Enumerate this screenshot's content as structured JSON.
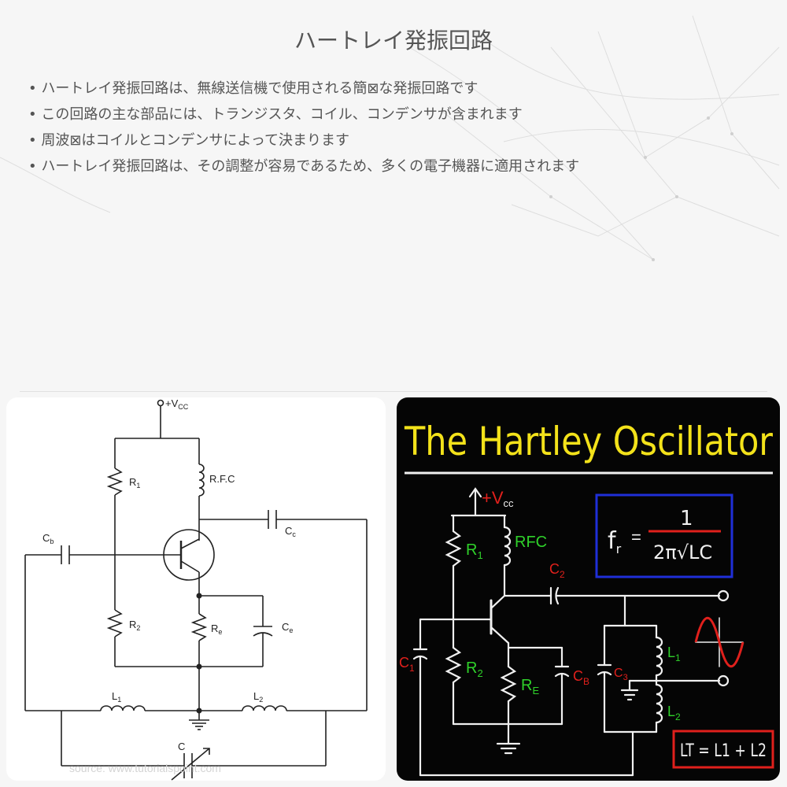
{
  "slide": {
    "title": "ハートレイ発振回路",
    "bullets": [
      "ハートレイ発振回路は、無線送信機で使用される簡⊠な発振回路です",
      "この回路の主な部品には、トランジスタ、コイル、コンデンサが含まれます",
      "周波⊠はコイルとコンデンサによって決まります",
      "ハートレイ発振回路は、その調整が容易であるため、多くの電子機器に適用されます"
    ]
  },
  "left_diagram": {
    "labels": {
      "vcc": "+V",
      "vcc_sub": "CC",
      "r1": "R",
      "r1_sub": "1",
      "rfc": "R.F.C",
      "cc": "C",
      "cc_sub": "c",
      "cb": "C",
      "cb_sub": "b",
      "r2": "R",
      "r2_sub": "2",
      "re": "R",
      "re_sub": "e",
      "ce": "C",
      "ce_sub": "e",
      "l1": "L",
      "l1_sub": "1",
      "l2": "L",
      "l2_sub": "2",
      "c": "C"
    },
    "source": "source: www.tutorialspoint.com"
  },
  "right_diagram": {
    "title": "The Hartley Oscillator",
    "labels": {
      "vcc": "+V",
      "vcc_sub": "cc",
      "r1": "R",
      "r1_sub": "1",
      "rfc": "RFC",
      "c2": "C",
      "c2_sub": "2",
      "c1": "C",
      "c1_sub": "1",
      "r2": "R",
      "r2_sub": "2",
      "re": "R",
      "re_sub": "E",
      "cb": "C",
      "cb_sub": "B",
      "c3": "C",
      "c3_sub": "3",
      "l1": "L",
      "l1_sub": "1",
      "l2": "L",
      "l2_sub": "2"
    },
    "formula": {
      "lhs": "f",
      "lhs_sub": "r",
      "eq": "=",
      "numerator": "1",
      "denominator": "2π√LC"
    },
    "lt_formula": "LT = L1 + L2",
    "colors": {
      "title": "#f3e21a",
      "red": "#e0201c",
      "green": "#2fd12a",
      "blue": "#1f2fd8"
    }
  }
}
